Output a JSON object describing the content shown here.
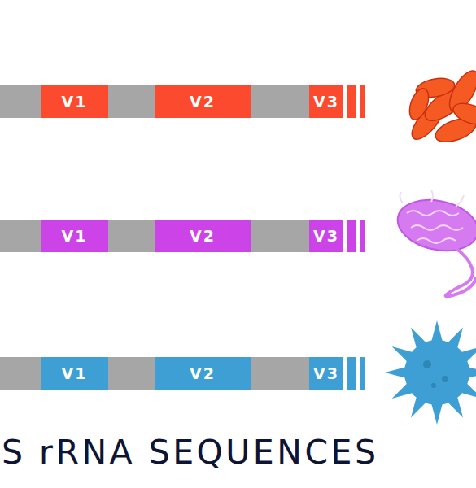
{
  "diagram": {
    "title": "S rRNA SEQUENCES",
    "nodes": [
      {
        "text": [
          "V1"
        ]
      },
      {
        "text": [
          "V2"
        ]
      },
      {
        "text": [
          "V3"
        ]
      },
      {
        "text": [
          "V1"
        ]
      },
      {
        "text": [
          "V2"
        ]
      },
      {
        "text": [
          "V3"
        ]
      },
      {
        "text": [
          "V1"
        ]
      },
      {
        "text": [
          "V2"
        ]
      },
      {
        "text": [
          "V3"
        ]
      }
    ]
  }
}
